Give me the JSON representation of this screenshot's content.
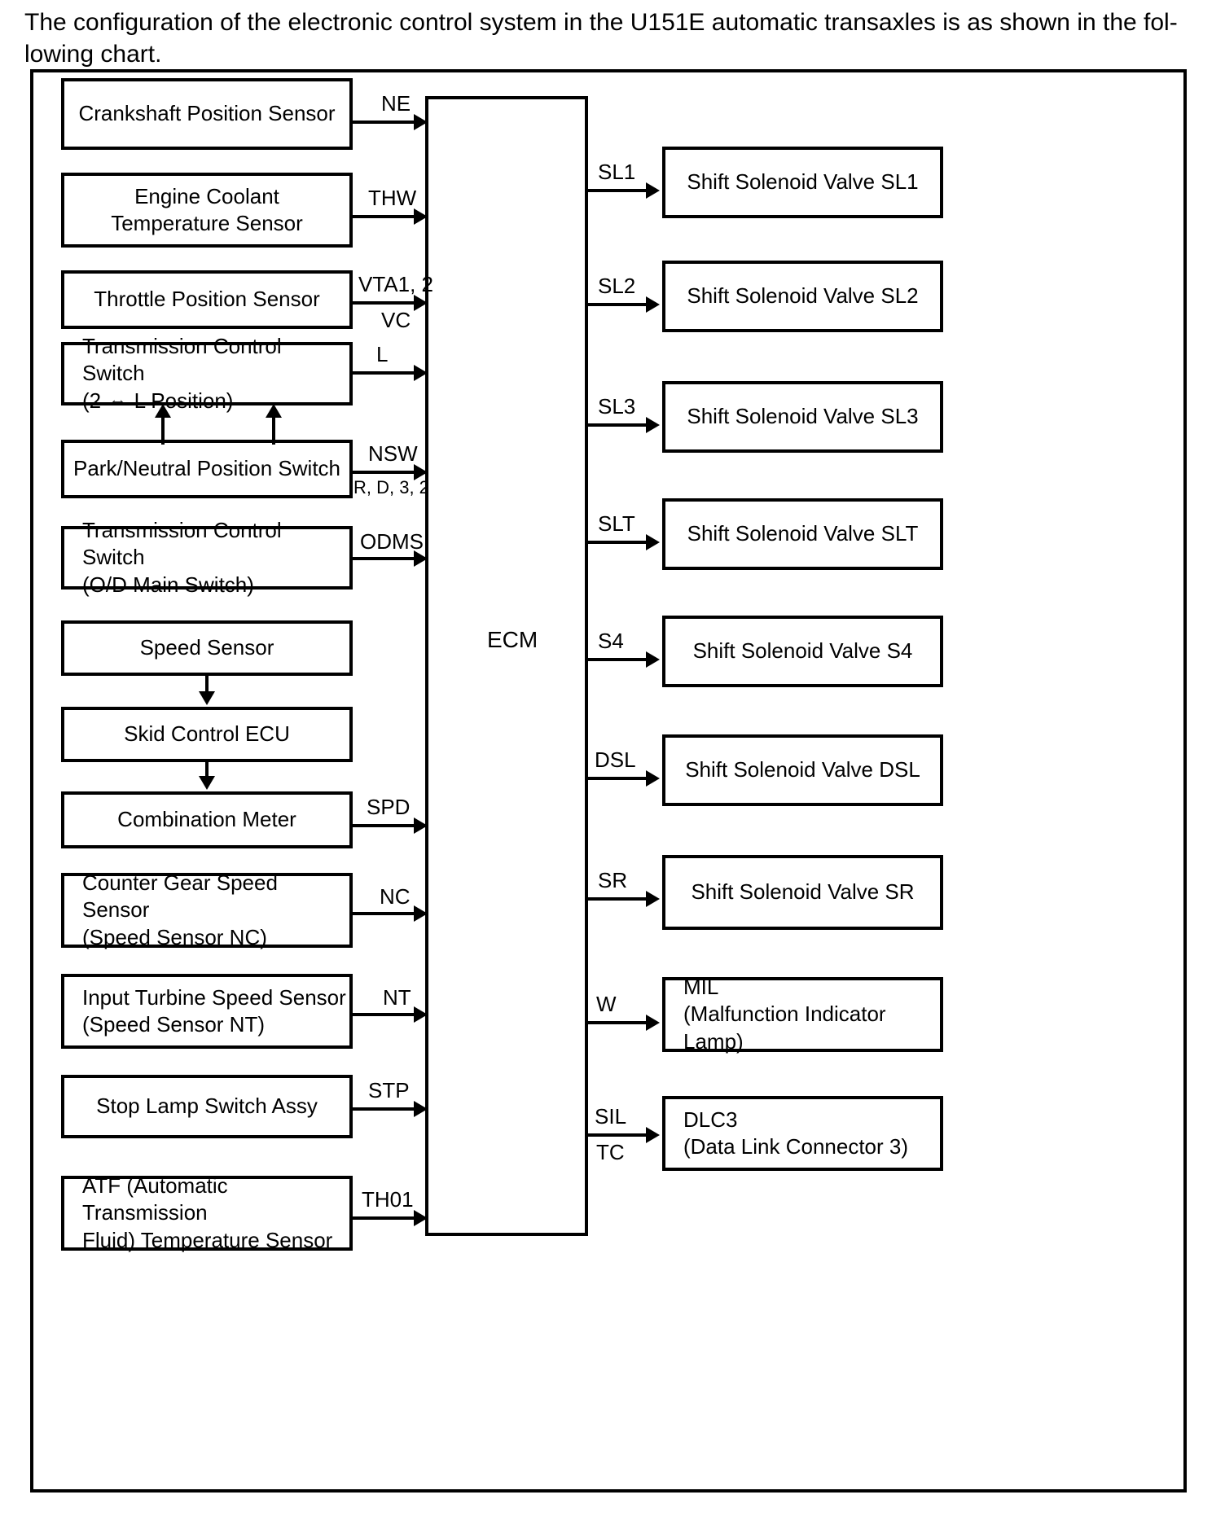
{
  "intro": {
    "line1": "The configuration of the electronic control system in the U151E automatic transaxles is as shown in the fol-",
    "line2": "lowing chart."
  },
  "diagram": {
    "type": "block-diagram",
    "title": "U151E automatic transaxle electronic control system configuration",
    "ecm": {
      "label": "ECM"
    },
    "inputs": [
      {
        "id": "crankshaft-position-sensor",
        "line1": "Crankshaft Position Sensor",
        "line2": "",
        "signal": "NE",
        "signal2": ""
      },
      {
        "id": "engine-coolant-temperature-sensor",
        "line1": "Engine Coolant",
        "line2": "Temperature Sensor",
        "signal": "THW",
        "signal2": ""
      },
      {
        "id": "throttle-position-sensor",
        "line1": "Throttle Position Sensor",
        "line2": "",
        "signal": "VTA1, 2",
        "signal2": "VC"
      },
      {
        "id": "transmission-control-switch-l",
        "line1": "Transmission Control Switch",
        "line2": "(2 ⇔ L Position)",
        "signal": "L",
        "signal2": ""
      },
      {
        "id": "park-neutral-position-switch",
        "line1": "Park/Neutral Position Switch",
        "line2": "",
        "signal": "NSW",
        "signal2": "R, D, 3, 2"
      },
      {
        "id": "transmission-control-switch-od",
        "line1": "Transmission Control Switch",
        "line2": "(O/D Main Switch)",
        "signal": "ODMS",
        "signal2": ""
      },
      {
        "id": "speed-sensor",
        "line1": "Speed Sensor",
        "line2": "",
        "signal": "",
        "signal2": ""
      },
      {
        "id": "skid-control-ecu",
        "line1": "Skid Control ECU",
        "line2": "",
        "signal": "",
        "signal2": ""
      },
      {
        "id": "combination-meter",
        "line1": "Combination Meter",
        "line2": "",
        "signal": "SPD",
        "signal2": ""
      },
      {
        "id": "counter-gear-speed-sensor",
        "line1": "Counter Gear Speed Sensor",
        "line2": "(Speed Sensor NC)",
        "signal": "NC",
        "signal2": ""
      },
      {
        "id": "input-turbine-speed-sensor",
        "line1": "Input Turbine Speed Sensor",
        "line2": "(Speed Sensor NT)",
        "signal": "NT",
        "signal2": ""
      },
      {
        "id": "stop-lamp-switch-assy",
        "line1": "Stop Lamp Switch Assy",
        "line2": "",
        "signal": "STP",
        "signal2": ""
      },
      {
        "id": "atf-temperature-sensor",
        "line1": "ATF (Automatic Transmission",
        "line2": "Fluid) Temperature Sensor",
        "signal": "TH01",
        "signal2": ""
      }
    ],
    "outputs": [
      {
        "id": "shift-solenoid-valve-sl1",
        "line1": "Shift Solenoid Valve SL1",
        "line2": "",
        "signal": "SL1",
        "signal2": "",
        "align": "center"
      },
      {
        "id": "shift-solenoid-valve-sl2",
        "line1": "Shift Solenoid Valve SL2",
        "line2": "",
        "signal": "SL2",
        "signal2": "",
        "align": "center"
      },
      {
        "id": "shift-solenoid-valve-sl3",
        "line1": "Shift Solenoid Valve SL3",
        "line2": "",
        "signal": "SL3",
        "signal2": "",
        "align": "center"
      },
      {
        "id": "shift-solenoid-valve-slt",
        "line1": "Shift Solenoid Valve SLT",
        "line2": "",
        "signal": "SLT",
        "signal2": "",
        "align": "center"
      },
      {
        "id": "shift-solenoid-valve-s4",
        "line1": "Shift Solenoid Valve S4",
        "line2": "",
        "signal": "S4",
        "signal2": "",
        "align": "center"
      },
      {
        "id": "shift-solenoid-valve-dsl",
        "line1": "Shift Solenoid Valve DSL",
        "line2": "",
        "signal": "DSL",
        "signal2": "",
        "align": "center"
      },
      {
        "id": "shift-solenoid-valve-sr",
        "line1": "Shift Solenoid Valve SR",
        "line2": "",
        "signal": "SR",
        "signal2": "",
        "align": "center"
      },
      {
        "id": "mil",
        "line1": "MIL",
        "line2": "(Malfunction Indicator Lamp)",
        "signal": "W",
        "signal2": "",
        "align": "left"
      },
      {
        "id": "dlc3",
        "line1": "DLC3",
        "line2": "(Data Link Connector 3)",
        "signal": "SIL",
        "signal2": "TC",
        "align": "left"
      }
    ]
  }
}
